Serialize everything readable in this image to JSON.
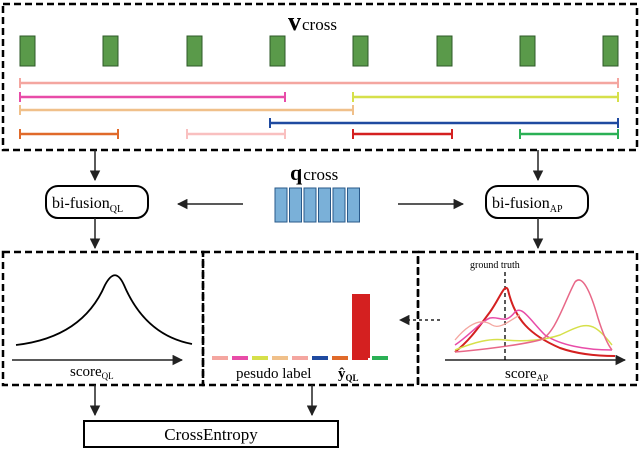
{
  "top": {
    "title_main": "v",
    "title_sub": "cross",
    "segment_colors": [
      "#f4a6a0",
      "#e84ca8",
      "#f0c08a",
      "#1f4aa0",
      "#e06a2a",
      "#f9c0c0",
      "#d42020",
      "#2ab055",
      "#d6e04a"
    ]
  },
  "query": {
    "label_main": "q",
    "label_sub": "cross",
    "bar_color": "#7ab0d8"
  },
  "fusion_left": {
    "label_main": "bi-fusion",
    "label_sub": "QL"
  },
  "fusion_right": {
    "label_main": "bi-fusion",
    "label_sub": "AP"
  },
  "panel_left": {
    "axis_main": "score",
    "axis_sub": "QL"
  },
  "panel_mid": {
    "label": "pesudo label",
    "yhat_main": "ŷ",
    "yhat_sub": "QL",
    "tick_colors": [
      "#f4a6a0",
      "#e84ca8",
      "#d6e04a",
      "#f0c08a",
      "#f4a6a0",
      "#1f4aa0",
      "#e06a2a",
      "#d42020",
      "#2ab055"
    ],
    "highlight_color": "#d42020"
  },
  "panel_right": {
    "ground_truth": "ground truth",
    "axis_main": "score",
    "axis_sub": "AP"
  },
  "loss": {
    "label": "CrossEntropy"
  },
  "colors": {
    "segment_green": "#5a9a4a",
    "frame": "#000000"
  }
}
